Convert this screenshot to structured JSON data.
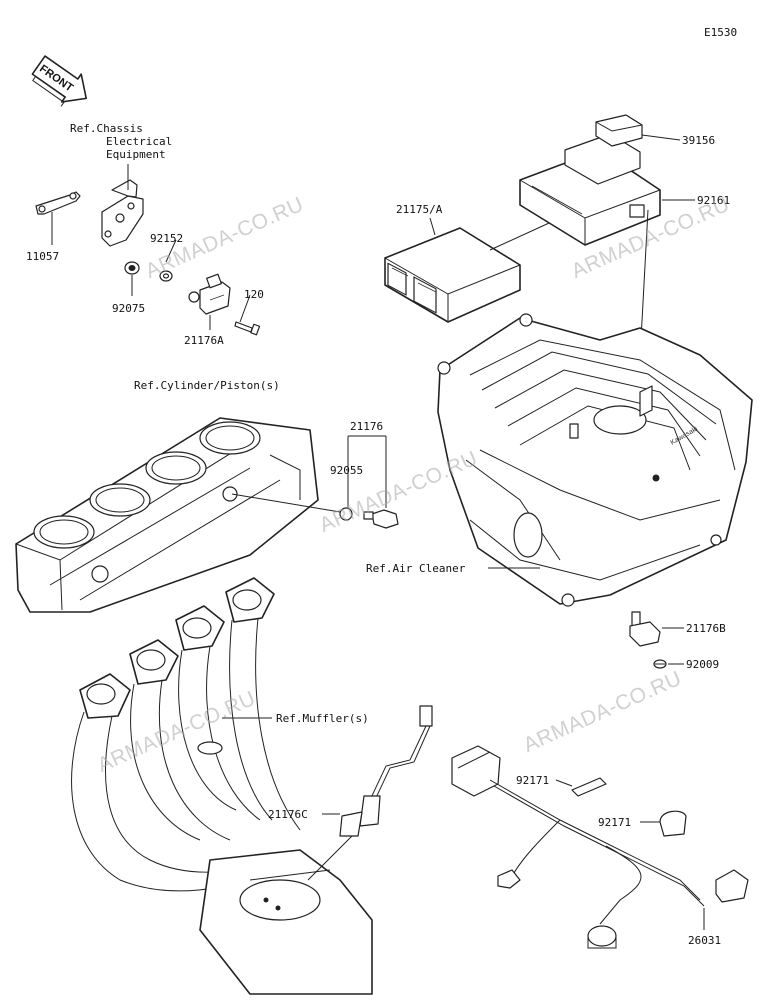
{
  "diagram_code": "E1530",
  "front_badge": "FRONT",
  "refs": {
    "chassis_line1": "Ref.Chassis",
    "chassis_line2": "Electrical",
    "chassis_line3": "Equipment",
    "cylinder": "Ref.Cylinder/Piston(s)",
    "air_cleaner": "Ref.Air Cleaner",
    "muffler": "Ref.Muffler(s)"
  },
  "parts": {
    "p11057": "11057",
    "p92152": "92152",
    "p92075": "92075",
    "p120": "120",
    "p21176A": "21176A",
    "p39156": "39156",
    "p92161": "92161",
    "p21175A": "21175/A",
    "p21176": "21176",
    "p92055": "92055",
    "p21176B": "21176B",
    "p92009": "92009",
    "p21176C": "21176C",
    "p92171a": "92171",
    "p92171b": "92171",
    "p26031": "26031"
  },
  "watermark": "ARMADA-CO.RU",
  "ecu_marking": "Kawasaki"
}
